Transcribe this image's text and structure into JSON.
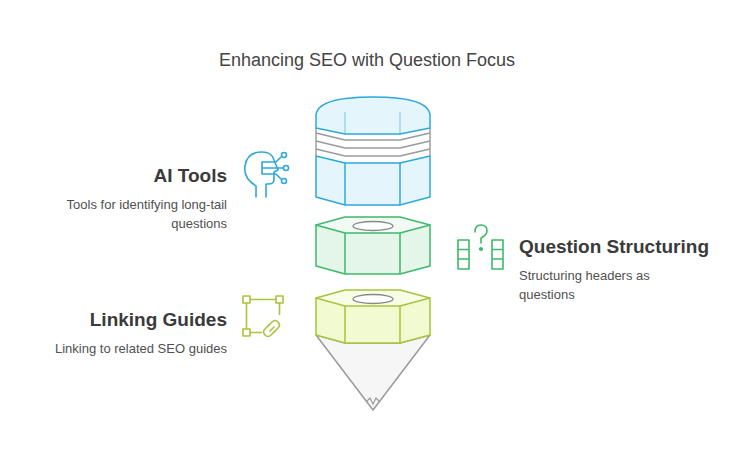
{
  "diagram": {
    "title": "Enhancing SEO with Question Focus",
    "nodes": [
      {
        "text": [
          "AI Tools",
          "Tools for identifying long-tail questions"
        ]
      },
      {
        "text": [
          "Question Structuring",
          "Structuring headers as questions"
        ]
      },
      {
        "text": [
          "Linking Guides",
          "Linking to related SEO guides"
        ]
      }
    ]
  }
}
